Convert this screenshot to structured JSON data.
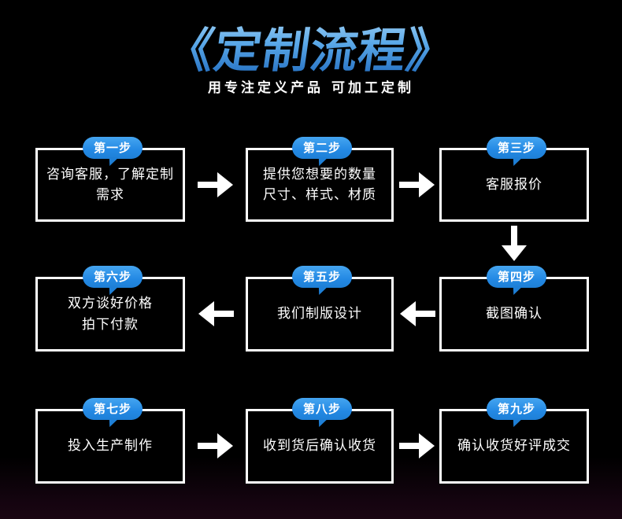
{
  "header": {
    "title": "《定制流程》",
    "subtitle": "用专注定义产品 可加工定制"
  },
  "colors": {
    "background": "#000000",
    "badge_blue": "#2389e4",
    "title_gradient_top": "#a9d7f7",
    "title_gradient_bottom": "#1c67bc",
    "box_border": "#ffffff",
    "text": "#ffffff",
    "arrow": "#ffffff"
  },
  "steps": [
    {
      "label": "第一步",
      "text": "咨询客服，了解定制\n需求"
    },
    {
      "label": "第二步",
      "text": "提供您想要的数量\n尺寸、样式、材质"
    },
    {
      "label": "第三步",
      "text": "客服报价"
    },
    {
      "label": "第四步",
      "text": "截图确认"
    },
    {
      "label": "第五步",
      "text": "我们制版设计"
    },
    {
      "label": "第六步",
      "text": "双方谈好价格\n拍下付款"
    },
    {
      "label": "第七步",
      "text": "投入生产制作"
    },
    {
      "label": "第八步",
      "text": "收到货后确认收货"
    },
    {
      "label": "第九步",
      "text": "确认收货好评成交"
    }
  ],
  "flow_arrows": [
    {
      "from": "第一步",
      "to": "第二步",
      "direction": "right"
    },
    {
      "from": "第二步",
      "to": "第三步",
      "direction": "right"
    },
    {
      "from": "第三步",
      "to": "第四步",
      "direction": "down"
    },
    {
      "from": "第四步",
      "to": "第五步",
      "direction": "left"
    },
    {
      "from": "第五步",
      "to": "第六步",
      "direction": "left"
    },
    {
      "from": "第七步",
      "to": "第八步",
      "direction": "right"
    },
    {
      "from": "第八步",
      "to": "第九步",
      "direction": "right"
    }
  ]
}
